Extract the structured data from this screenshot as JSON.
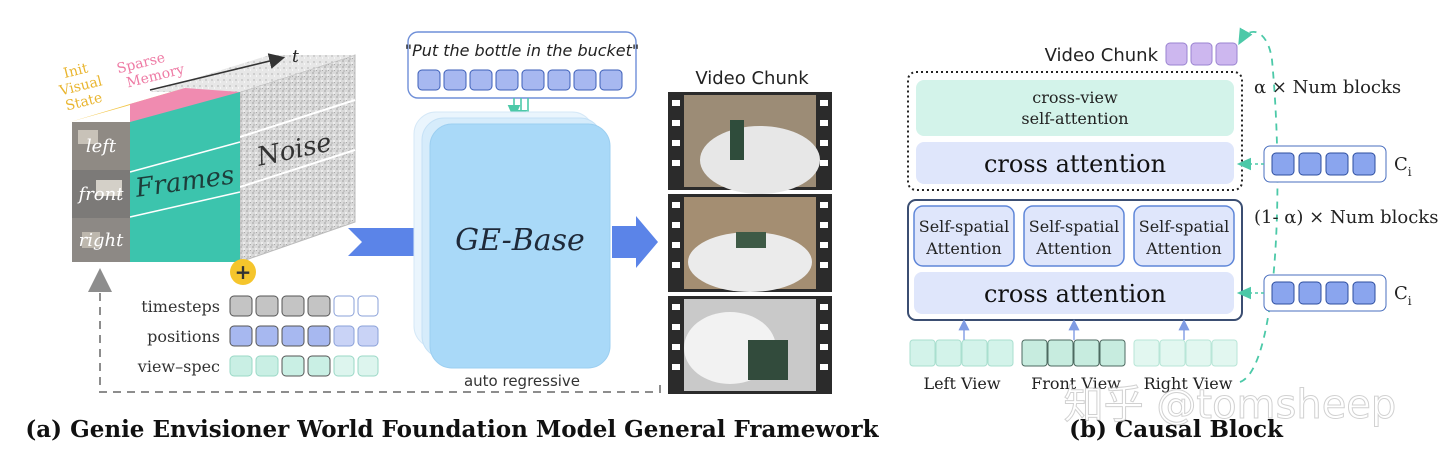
{
  "panel_a": {
    "caption": "(a) Genie Envisioner World Foundation Model General Framework",
    "time_axis": "t",
    "init_state": [
      "Init",
      "Visual",
      "State"
    ],
    "sparse_memory": [
      "Sparse",
      "Memory"
    ],
    "views": [
      "left",
      "front",
      "right"
    ],
    "frames_label": "Frames",
    "noise_label": "Noise",
    "instruction": "\"Put the bottle in the bucket\"",
    "model_label": "GE-Base",
    "auto_regressive": "auto regressive",
    "video_chunk": "Video Chunk",
    "embed_labels": [
      "timesteps",
      "positions",
      "view–spec"
    ],
    "plus": "+",
    "colors": {
      "teal": "#3cc4ad",
      "pink": "#f08bb0",
      "yellow": "#f2c64a",
      "model_blue": "#a9d9f8",
      "arrow_blue": "#5b84e8",
      "token_blue": "#a7b8f0",
      "token_gray": "#bdbdbd",
      "token_teal": "#c9efe4"
    }
  },
  "panel_b": {
    "caption": "(b) Causal  Block",
    "video_chunk": "Video Chunk",
    "cross_view_attention": [
      "cross-view",
      "self-attention"
    ],
    "cross_attention": "cross attention",
    "alpha_blocks": "α × Num blocks",
    "one_minus_alpha_blocks": "(1- α) × Num blocks",
    "condition": "C",
    "condition_sub": "i",
    "self_spatial": [
      "Self-spatial",
      "Attention"
    ],
    "view_labels": [
      "Left View",
      "Front View",
      "Right View"
    ],
    "colors": {
      "mint": "#d3f3ea",
      "lavender": "#dfe6fb",
      "purple_token": "#cdb7ef",
      "blue_token": "#8aa5ee",
      "dash_teal": "#4cc9a8"
    }
  },
  "watermark": "知乎 @tomsheep"
}
